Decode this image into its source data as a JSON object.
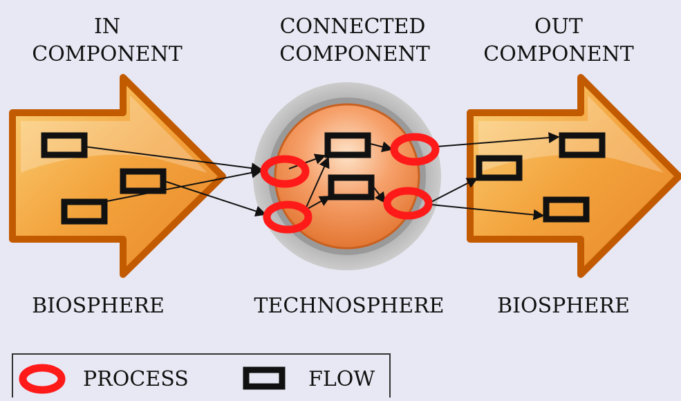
{
  "headers": {
    "in_line1": "IN",
    "in_line2": "COMPONENT",
    "connected_line1": "CONNECTED",
    "connected_line2": "COMPONENT",
    "out_line1": "OUT",
    "out_line2": "COMPONENT"
  },
  "sphere_labels": {
    "left": "BIOSPHERE",
    "middle": "TECHNOSPHERE",
    "right": "BIOSPHERE"
  },
  "legend": {
    "process_label": "PROCESS",
    "flow_label": "FLOW"
  },
  "colors": {
    "background": "#e8e8f4",
    "process": "#ff1a1a",
    "flow": "#111111",
    "arrow_fill": "#f4a236",
    "arrow_stroke": "#c25a00"
  }
}
